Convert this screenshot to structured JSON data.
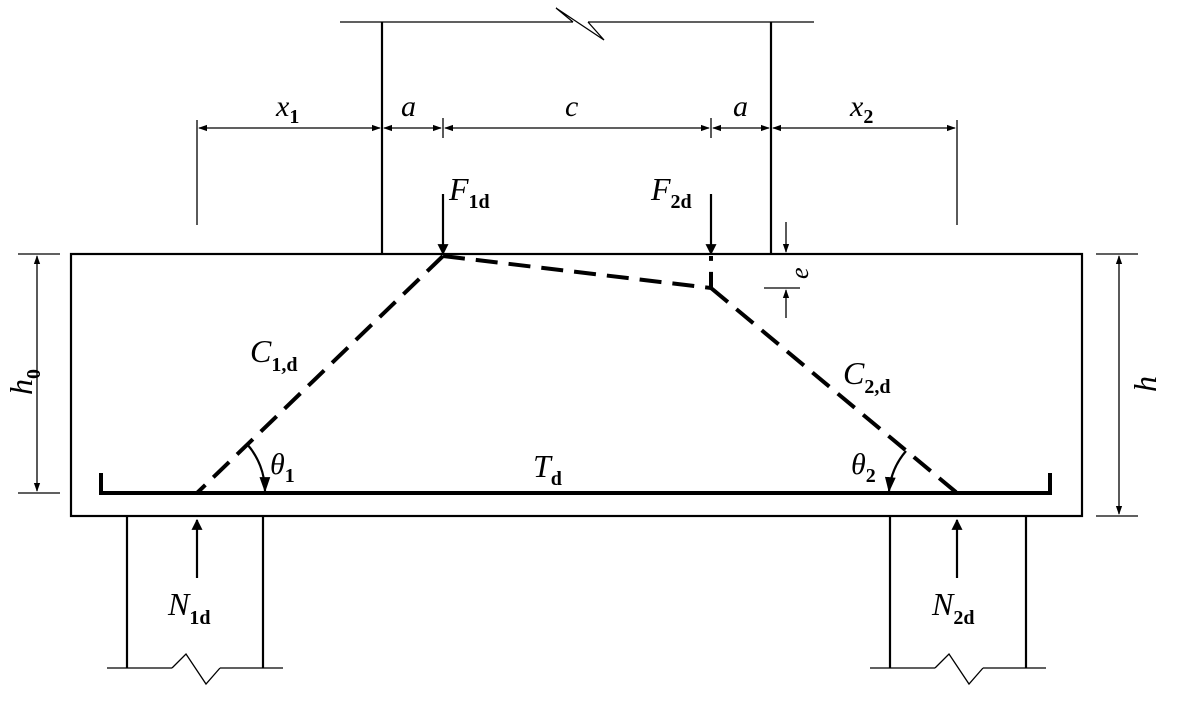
{
  "labels": {
    "x1": {
      "main": "x",
      "sub": "1"
    },
    "a_left": {
      "main": "a"
    },
    "c": {
      "main": "c"
    },
    "a_right": {
      "main": "a"
    },
    "x2": {
      "main": "x",
      "sub": "2"
    },
    "F1d": {
      "main": "F",
      "sub": "1d"
    },
    "F2d": {
      "main": "F",
      "sub": "2d"
    },
    "e": {
      "main": "e"
    },
    "h0": {
      "main": "h",
      "sub": "0"
    },
    "h": {
      "main": "h"
    },
    "C1d": {
      "main": "C",
      "sub": "1,d"
    },
    "C2d": {
      "main": "C",
      "sub": "2,d"
    },
    "theta1": {
      "main": "θ",
      "sub": "1"
    },
    "theta2": {
      "main": "θ",
      "sub": "2"
    },
    "Td": {
      "main": "T",
      "sub": "d"
    },
    "N1d": {
      "main": "N",
      "sub": "1d"
    },
    "N2d": {
      "main": "N",
      "sub": "2d"
    }
  },
  "colors": {
    "line": "#000000",
    "background": "#ffffff"
  }
}
